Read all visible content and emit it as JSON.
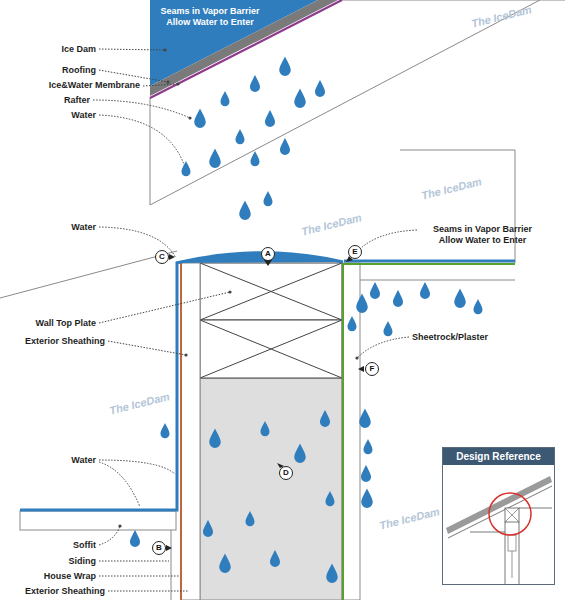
{
  "diagram": {
    "nodes": [
      {
        "text": [
          "A"
        ]
      },
      {
        "text": [
          "C"
        ]
      },
      {
        "text": [
          "E"
        ]
      },
      {
        "text": [
          "F"
        ]
      },
      {
        "text": [
          "D"
        ]
      },
      {
        "text": [
          "B"
        ]
      },
      {
        "text": [
          "Design Reference"
        ]
      }
    ],
    "labels": [
      "Seams in Vapor Barrier Allow Water to Enter",
      "Ice Dam",
      "Roofing",
      "Ice&Water Membrane",
      "Rafter",
      "Water",
      "Water",
      "Seams in Vapor Barrier Allow Water to Enter",
      "Wall Top Plate",
      "Exterior Sheathing",
      "Sheetrock/Plaster",
      "Water",
      "Soffit",
      "Siding",
      "House Wrap",
      "Exterior Sheathing",
      "The IceDam",
      "The IceDam",
      "The IceDam",
      "The IceDam",
      "The IceDam"
    ]
  }
}
